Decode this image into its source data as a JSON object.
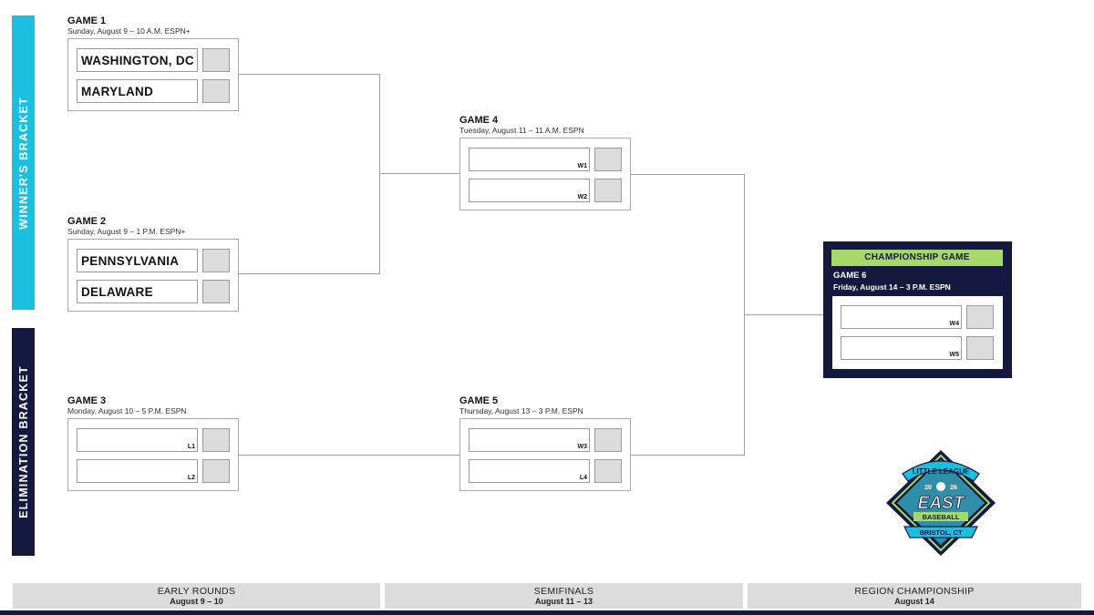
{
  "side_tabs": {
    "winner": "WINNER'S BRACKET",
    "elimination": "ELIMINATION BRACKET"
  },
  "games": {
    "g1": {
      "title": "GAME 1",
      "sub": "Sunday, August 9 – 10 A.M. ESPN+",
      "team_a": "WASHINGTON, DC",
      "team_b": "MARYLAND"
    },
    "g2": {
      "title": "GAME 2",
      "sub": "Sunday, August 9 – 1 P.M. ESPN+",
      "team_a": "PENNSYLVANIA",
      "team_b": "DELAWARE"
    },
    "g3": {
      "title": "GAME 3",
      "sub": "Monday, August 10 – 5 P.M. ESPN",
      "tag_a": "L1",
      "tag_b": "L2"
    },
    "g4": {
      "title": "GAME 4",
      "sub": "Tuesday, August 11 – 11 A.M. ESPN",
      "tag_a": "W1",
      "tag_b": "W2"
    },
    "g5": {
      "title": "GAME 5",
      "sub": "Thursday, August 13 – 3 P.M. ESPN",
      "tag_a": "W3",
      "tag_b": "L4"
    },
    "g6": {
      "banner": "CHAMPIONSHIP GAME",
      "title": "GAME 6",
      "sub": "Friday, August 14 – 3 P.M. ESPN",
      "tag_a": "W4",
      "tag_b": "W5"
    }
  },
  "footer": [
    {
      "label": "EARLY ROUNDS",
      "dates": "August 9 – 10"
    },
    {
      "label": "SEMIFINALS",
      "dates": "August 11 – 13"
    },
    {
      "label": "REGION CHAMPIONSHIP",
      "dates": "August 14"
    }
  ],
  "logo": {
    "top": "LITTLE LEAGUE",
    "year_left": "20",
    "year_right": "26",
    "main": "EAST",
    "sub": "BASEBALL",
    "place": "BRISTOL, CT"
  },
  "colors": {
    "winner_tab": "#1bc0e0",
    "navy": "#15193f",
    "champ_banner": "#a6d96a",
    "score_fill": "#dcdcdc"
  }
}
